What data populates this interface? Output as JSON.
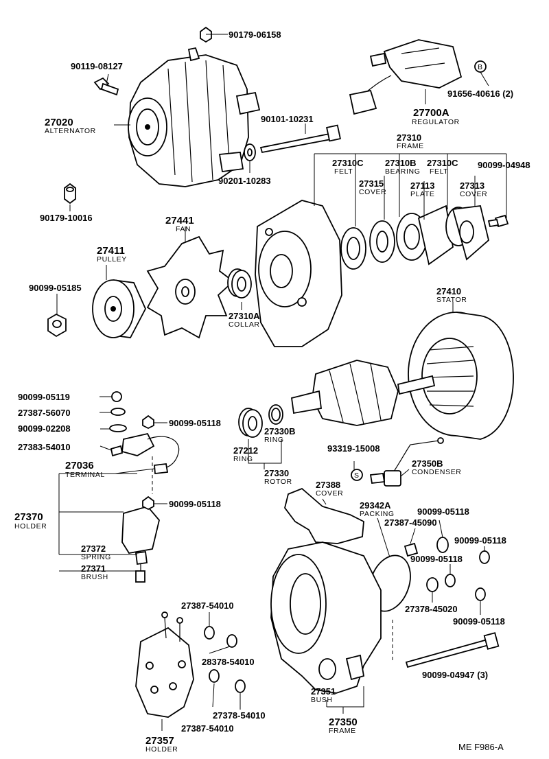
{
  "footer": "ME  F986-A",
  "callouts": [
    {
      "id": "c1",
      "number": "90179-06158",
      "name": ""
    },
    {
      "id": "c2",
      "number": "90119-08127",
      "name": ""
    },
    {
      "id": "c3",
      "number": "27020",
      "name": "ALTERNATOR"
    },
    {
      "id": "c4",
      "number": "90101-10231",
      "name": ""
    },
    {
      "id": "c5",
      "number": "90201-10283",
      "name": ""
    },
    {
      "id": "c6",
      "number": "91656-40616 (2)",
      "name": ""
    },
    {
      "id": "c7",
      "number": "27700A",
      "name": "REGULATOR"
    },
    {
      "id": "c8",
      "number": "27310",
      "name": "FRAME"
    },
    {
      "id": "c9",
      "number": "27310C",
      "name": "FELT"
    },
    {
      "id": "c10",
      "number": "27310B",
      "name": "BEARING"
    },
    {
      "id": "c11",
      "number": "27310C",
      "name": "FELT"
    },
    {
      "id": "c12",
      "number": "90099-04948",
      "name": ""
    },
    {
      "id": "c13",
      "number": "27315",
      "name": "COVER"
    },
    {
      "id": "c14",
      "number": "27113",
      "name": "PLATE"
    },
    {
      "id": "c15",
      "number": "27313",
      "name": "COVER"
    },
    {
      "id": "c16",
      "number": "90179-10016",
      "name": ""
    },
    {
      "id": "c17",
      "number": "27441",
      "name": "FAN"
    },
    {
      "id": "c18",
      "number": "27411",
      "name": "PULLEY"
    },
    {
      "id": "c19",
      "number": "90099-05185",
      "name": ""
    },
    {
      "id": "c20",
      "number": "27310A",
      "name": "COLLAR"
    },
    {
      "id": "c21",
      "number": "27410",
      "name": "STATOR"
    },
    {
      "id": "c22",
      "number": "90099-05119",
      "name": ""
    },
    {
      "id": "c23",
      "number": "27387-56070",
      "name": ""
    },
    {
      "id": "c24",
      "number": "90099-05118",
      "name": ""
    },
    {
      "id": "c25",
      "number": "90099-02208",
      "name": ""
    },
    {
      "id": "c26",
      "number": "27383-54010",
      "name": ""
    },
    {
      "id": "c27",
      "number": "27036",
      "name": "TERMINAL"
    },
    {
      "id": "c28",
      "number": "27212",
      "name": "RING"
    },
    {
      "id": "c29",
      "number": "27330B",
      "name": "RING"
    },
    {
      "id": "c30",
      "number": "27330",
      "name": "ROTOR"
    },
    {
      "id": "c31",
      "number": "93319-15008",
      "name": ""
    },
    {
      "id": "c32",
      "number": "27350B",
      "name": "CONDENSER"
    },
    {
      "id": "c33",
      "number": "90099-05118",
      "name": ""
    },
    {
      "id": "c34",
      "number": "27370",
      "name": "HOLDER"
    },
    {
      "id": "c35",
      "number": "27388",
      "name": "COVER"
    },
    {
      "id": "c36",
      "number": "29342A",
      "name": "PACKING"
    },
    {
      "id": "c37",
      "number": "90099-05118",
      "name": ""
    },
    {
      "id": "c38",
      "number": "27387-45090",
      "name": ""
    },
    {
      "id": "c39",
      "number": "90099-05118",
      "name": ""
    },
    {
      "id": "c40",
      "number": "90099-05118",
      "name": ""
    },
    {
      "id": "c41",
      "number": "27372",
      "name": "SPRING"
    },
    {
      "id": "c42",
      "number": "27371",
      "name": "BRUSH"
    },
    {
      "id": "c43",
      "number": "27378-45020",
      "name": ""
    },
    {
      "id": "c44",
      "number": "90099-05118",
      "name": ""
    },
    {
      "id": "c45",
      "number": "27387-54010",
      "name": ""
    },
    {
      "id": "c46",
      "number": "28378-54010",
      "name": ""
    },
    {
      "id": "c47",
      "number": "90099-04947 (3)",
      "name": ""
    },
    {
      "id": "c48",
      "number": "27378-54010",
      "name": ""
    },
    {
      "id": "c49",
      "number": "27387-54010",
      "name": ""
    },
    {
      "id": "c50",
      "number": "27351",
      "name": "BUSH"
    },
    {
      "id": "c51",
      "number": "27350",
      "name": "FRAME"
    },
    {
      "id": "c52",
      "number": "27357",
      "name": "HOLDER"
    }
  ],
  "markers": {
    "b": "B",
    "s": "S"
  }
}
